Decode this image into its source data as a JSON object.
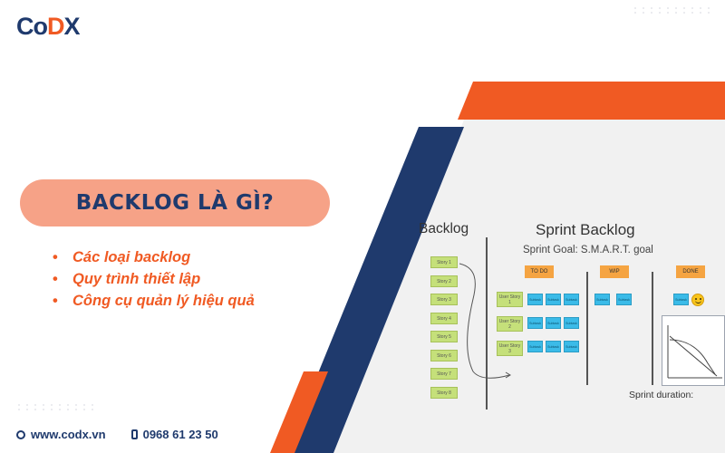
{
  "brand": {
    "logo_c": "C",
    "logo_o": "o",
    "logo_d": "D",
    "logo_x": "X"
  },
  "title": "BACKLOG LÀ GÌ?",
  "bullets": [
    "Các loại backlog",
    "Quy trình thiết lập",
    "Công cụ quản lý hiệu quả"
  ],
  "footer": {
    "website": "www.codx.vn",
    "phone": "0968 61 23 50"
  },
  "board": {
    "backlog_heading": "Backlog",
    "sprint_heading": "Sprint Backlog",
    "sprint_goal": "Sprint Goal: S.M.A.R.T. goal",
    "columns": [
      "TO DO",
      "WIP",
      "DONE"
    ],
    "stories": [
      "Story 1",
      "Story 2",
      "Story 3",
      "Story 4",
      "Story 5",
      "Story 6",
      "Story 7",
      "Story 8"
    ],
    "user_stories": [
      "User Story 1",
      "User Story 2",
      "User Story 3"
    ],
    "task_label": "Subtask",
    "sprint_duration": "Sprint duration:"
  },
  "colors": {
    "navy": "#1f3a6d",
    "orange": "#f05a23",
    "salmon": "#f6a287",
    "board_bg": "#f1f1f1"
  },
  "icons": [
    "globe-icon",
    "phone-icon",
    "smiley-icon",
    "burndown-chart"
  ]
}
